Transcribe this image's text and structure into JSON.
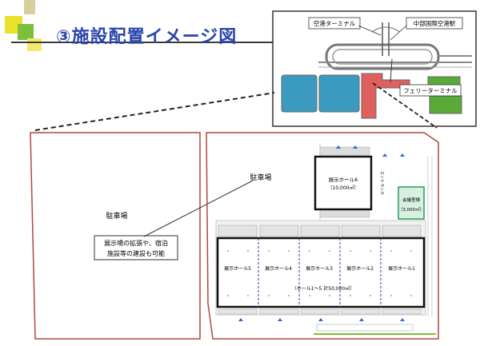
{
  "slide": {
    "title": "③施設配置イメージ図"
  },
  "inset": {
    "airport_terminal": "空港ターミナル",
    "station": "中部国際空港駅",
    "ferry_terminal": "フェリーターミナル"
  },
  "left_lot": {
    "label": "駐車場",
    "note_line1": "展示場の拡張や、宿泊",
    "note_line2": "施設等の建設も可能"
  },
  "site": {
    "parking_label": "駐車場",
    "hall6_name": "展示ホール6",
    "hall6_area": "（10,000㎡）",
    "conference_name": "会議室棟",
    "conference_area": "（3,000㎡）",
    "hall_names": [
      "展示ホール5",
      "展示ホール4",
      "展示ホール3",
      "展示ホール2",
      "展示ホール1"
    ],
    "halls_total": "（ホール1～5 計50,000㎡）",
    "entrance_label": "エントランス"
  },
  "colors": {
    "title": "#2a45a8",
    "lot_outline": "#b0473a",
    "ferry_fill": "#e06060",
    "parking_fill": "#3a9ac0",
    "green_fill": "#5aaa3a",
    "conference_fill": "#d8f0e0"
  }
}
